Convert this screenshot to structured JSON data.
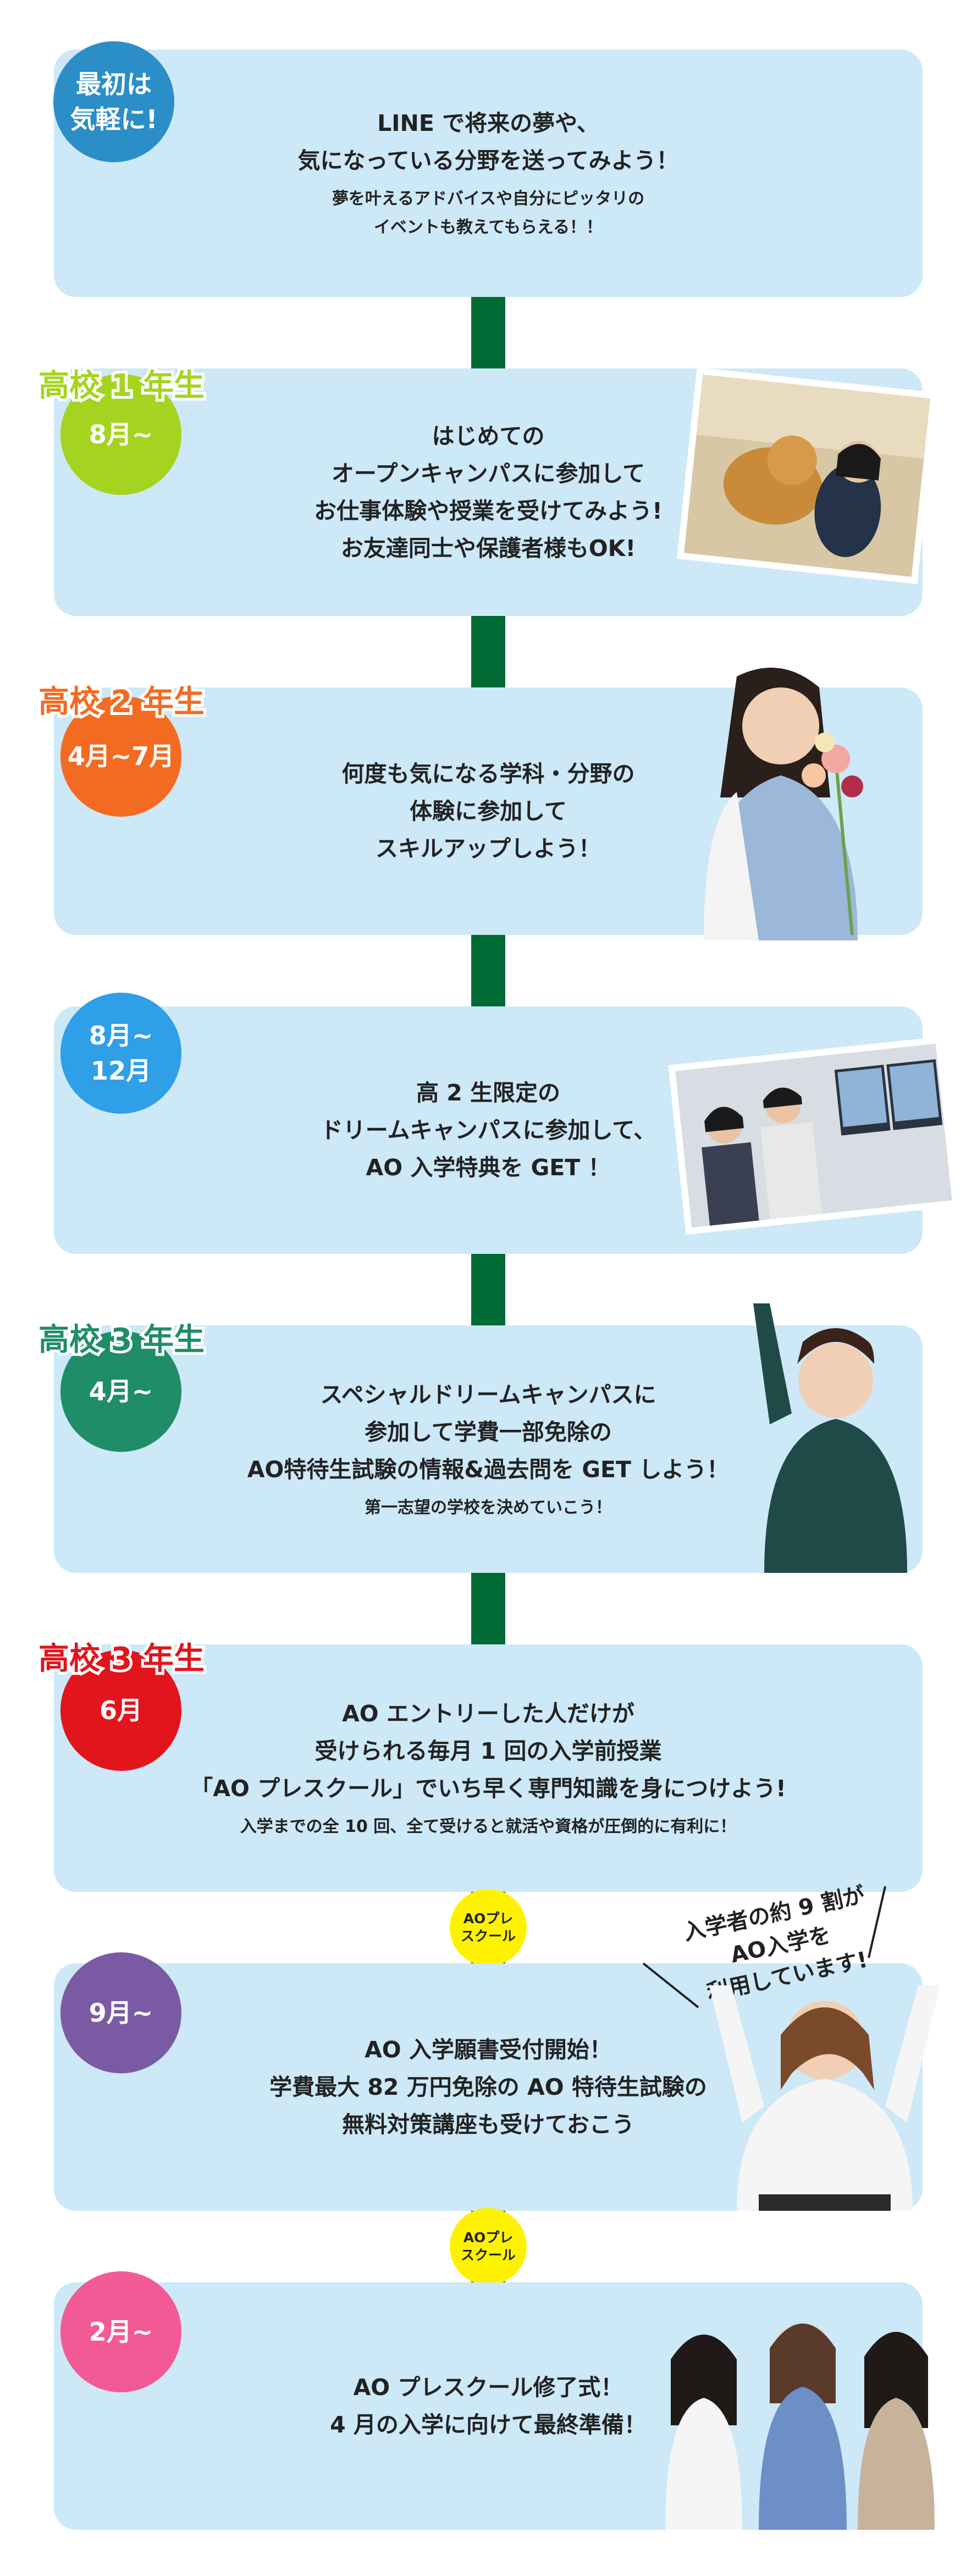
{
  "steps": [
    {
      "circle": "最初は\n気軽に!",
      "grade": "",
      "main": "LINE で将来の夢や、\n気になっている分野を送ってみよう！",
      "sub": "夢を叶えるアドバイスや自分にピッタリの\nイベントも教えてもらえる！！"
    },
    {
      "circle": "8月~",
      "grade": "高校 1 年生",
      "main": "はじめての\nオープンキャンパスに参加して\nお仕事体験や授業を受けてみよう!\nお友達同士や保護者様もOK!",
      "sub": ""
    },
    {
      "circle": "4月~7月",
      "grade": "高校 2 年生",
      "main": "何度も気になる学科・分野の\n体験に参加して\nスキルアップしよう！",
      "sub": ""
    },
    {
      "circle": "8月~\n12月",
      "grade": "",
      "main": "高 2 生限定の\nドリームキャンパスに参加して、\nAO 入学特典を GET ！",
      "sub": ""
    },
    {
      "circle": "4月~",
      "grade": "高校 3 年生",
      "main": "スペシャルドリームキャンパスに\n参加して学費一部免除の\nAO特待生試験の情報&過去問を GET しよう！",
      "sub": "第一志望の学校を決めていこう！"
    },
    {
      "circle": "6月",
      "grade": "高校 3 年生",
      "main": "AO エントリーした人だけが\n受けられる毎月 1 回の入学前授業\n「AO プレスクール」でいち早く専門知識を身につけよう!",
      "sub": "入学までの全 10 回、全て受けると就活や資格が圧倒的に有利に！"
    },
    {
      "circle": "9月~",
      "grade": "",
      "main": "AO 入学願書受付開始！\n学費最大 82 万円免除の AO 特待生試験の\n無料対策講座も受けておこう",
      "sub": ""
    },
    {
      "circle": "2月~",
      "grade": "",
      "main": "AO プレスクール修了式！\n4 月の入学に向けて最終準備！",
      "sub": ""
    }
  ],
  "badges": [
    "AOプレ\nスクール",
    "AOプレ\nスクール"
  ],
  "note": "入学者の約 9 割が\nAO入学を\n利用しています!",
  "colors": {
    "card": "#cde8f7",
    "connector": "#006a34",
    "c1": "#2b8ec7",
    "c2": "#a5d420",
    "c3": "#f36b21",
    "c4": "#2f9fe8",
    "c5": "#1f8d68",
    "c6": "#e2141c",
    "c7": "#7a5ba3",
    "c8": "#f25a95",
    "badge": "#fff200"
  }
}
